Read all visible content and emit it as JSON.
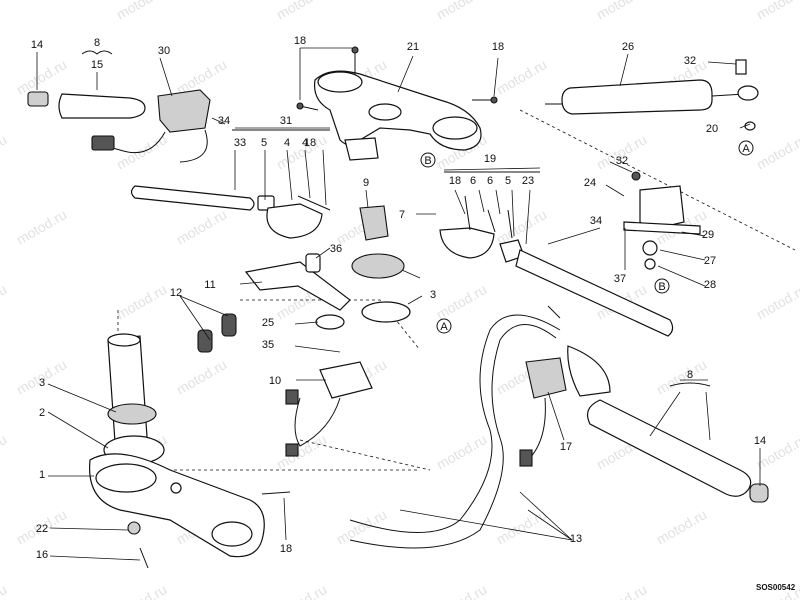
{
  "watermark": "motod.ru",
  "drawing_code": "SOS00542",
  "callouts": [
    "1",
    "2",
    "3",
    "3",
    "5",
    "6",
    "7",
    "8",
    "8",
    "9",
    "10",
    "11",
    "12",
    "13",
    "14",
    "14",
    "15",
    "16",
    "17",
    "18",
    "18",
    "18",
    "18",
    "19",
    "20",
    "21",
    "22",
    "23",
    "24",
    "25",
    "26",
    "27",
    "28",
    "29",
    "30",
    "31",
    "32",
    "32",
    "33",
    "34",
    "34",
    "35",
    "36",
    "37",
    "4",
    "4",
    "5",
    "6",
    "18"
  ],
  "refs": [
    "A",
    "A",
    "A",
    "B",
    "B"
  ]
}
